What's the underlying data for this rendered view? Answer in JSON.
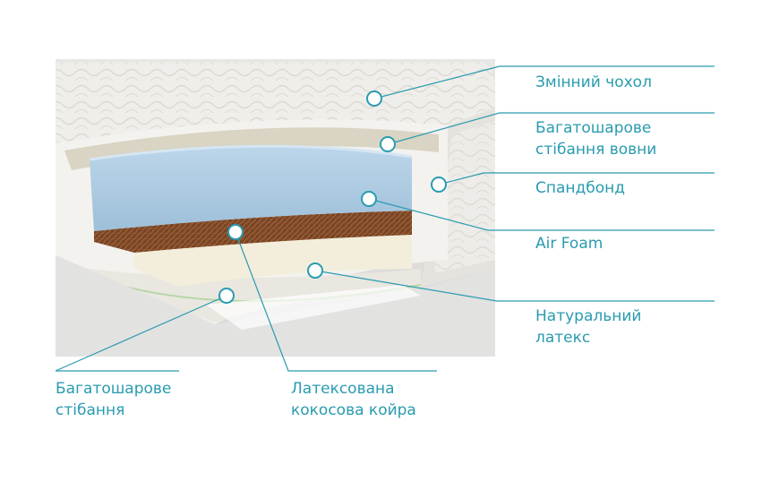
{
  "layers": {
    "cover": "Змінний чохол",
    "wool": "Багатошарове\nстібання вовни",
    "spunbond": "Спандбонд",
    "airfoam": "Air Foam",
    "latex": "Натуральний\nлатекс",
    "quilting": "Багатошарове\nстібання",
    "coconut": "Латексована\nкокосова койра"
  },
  "colors": {
    "accent": "#2a9bb0",
    "foam": "#a9c9e0",
    "coconut": "#7a4a2a",
    "latex": "#f3eedb",
    "fabric": "#ecebe6"
  }
}
